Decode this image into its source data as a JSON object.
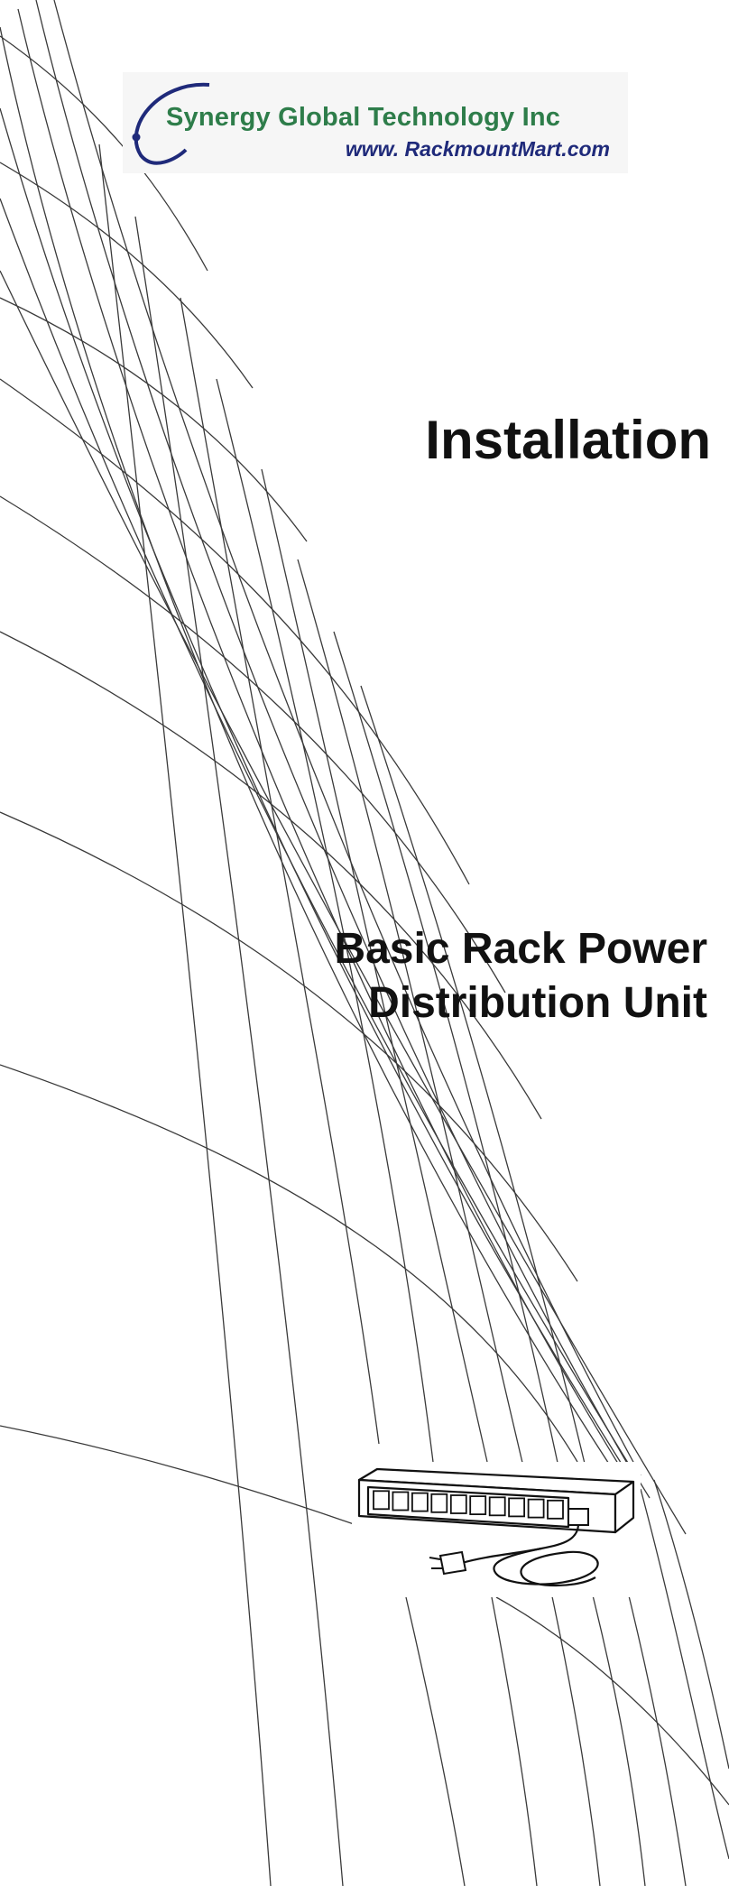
{
  "logo": {
    "company": "Synergy Global Technology Inc",
    "url": "www. RackmountMart.com",
    "colors": {
      "company": "#2e7d4a",
      "url": "#1f2a7a",
      "swoosh": "#1f2a7a"
    }
  },
  "title": "Installation",
  "subtitle": {
    "line1": "Basic Rack Power",
    "line2": "Distribution Unit"
  },
  "illustration": {
    "icon": "power-strip-icon",
    "outlet_count": 10
  }
}
